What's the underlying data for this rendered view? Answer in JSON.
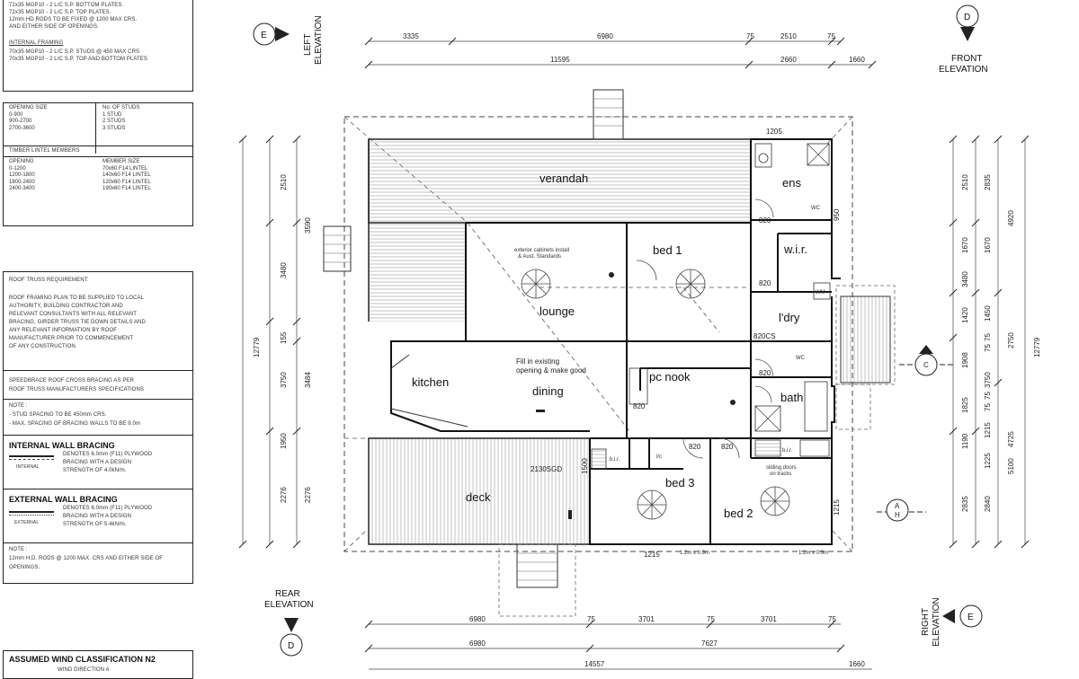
{
  "notes": {
    "top_lines": [
      "72x35 MGP10 - 2 L/C S.P. BOTTOM PLATES.",
      "72x35 MGP10 - 2 L/C S.P. TOP PLATES.",
      "12mm HD RODS TO BE FIXED @ 1200 MAX CRS.",
      "AND EITHER SIDE OF OPENINGS."
    ],
    "internal_framing_title": "INTERNAL FRAMING",
    "internal_framing_lines": [
      "70x35 MGP10 - 2 L/C S.P. STUDS @ 450 MAX CRS",
      "70x35 MGP10 - 2 L/C S.P. TOP AND BOTTOM PLATES"
    ],
    "opening_table": {
      "headers": [
        "OPENING SIZE",
        "No. OF STUDS"
      ],
      "rows": [
        [
          "0-900",
          "1 STUD"
        ],
        [
          "900-2700",
          "2 STUDS"
        ],
        [
          "2700-3600",
          "3 STUDS"
        ]
      ]
    },
    "lintel_title": "TIMBER LINTEL MEMBERS",
    "lintel_table": {
      "headers": [
        "OPENING",
        "MEMBER SIZE"
      ],
      "rows": [
        [
          "0-1200",
          "70x60 F14 LINTEL"
        ],
        [
          "1200-1800",
          "140x60 F14 LINTEL"
        ],
        [
          "1800-2400",
          "120x60 F14 LINTEL"
        ],
        [
          "2400-3400",
          "190x60 F14 LINTEL"
        ]
      ]
    },
    "roof_truss_title": "ROOF TRUSS REQUIREMENT:",
    "roof_truss_lines": [
      "ROOF FRAMING PLAN TO BE SUPPLIED TO LOCAL",
      "AUTHORITY, BUILDING CONTRACTOR AND",
      "RELEVANT CONSULTANTS WITH ALL RELEVANT",
      "BRACING, GIRDER TRUSS TIE DOWN DETAILS AND",
      "ANY RELEVANT INFORMATION BY ROOF",
      "MANUFACTURER PRIOR TO COMMENCEMENT",
      "OF ANY CONSTRUCTION."
    ],
    "speedbrace_lines": [
      "SPEEDBRACE ROOF CROSS BRACING AS PER",
      "ROOF TRUSS MANUFACTURERS SPECIFICATIONS"
    ],
    "stud_note_lines": [
      "NOTE :",
      "- STUD SPACING TO BE 450mm CRS.",
      "- MAX. SPACING OF BRACING WALLS TO BE 9.0m"
    ],
    "internal_bracing_title": "INTERNAL WALL BRACING",
    "internal_bracing_legend": "INTERNAL",
    "internal_bracing_lines": [
      "DENOTES 6.0mm (F11) PLYWOOD",
      "BRACING WITH A DESIGN",
      "STRENGTH OF 4.0kN/m."
    ],
    "external_bracing_title": "EXTERNAL WALL BRACING",
    "external_bracing_legend": "EXTERNAL",
    "external_bracing_lines": [
      "DENOTES 6.0mm (F11) PLYWOOD",
      "BRACING WITH A DESIGN",
      "STRENGTH OF 5.4kN/m."
    ],
    "rods_note_lines": [
      "NOTE :",
      "12mm H.D. RODS @ 1200 MAX. CRS AND EITHER SIDE OF",
      "OPENINGS."
    ],
    "wind_title": "ASSUMED WIND CLASSIFICATION N2",
    "wind_sub": "WIND DIRECTION A"
  },
  "elevations": {
    "left": {
      "letter": "E",
      "label1": "LEFT",
      "label2": "ELEVATION"
    },
    "front": {
      "letter": "D",
      "label1": "FRONT",
      "label2": "ELEVATION"
    },
    "rear": {
      "letter": "D",
      "label1": "REAR",
      "label2": "ELEVATION"
    },
    "right": {
      "letter": "E",
      "label1": "RIGHT",
      "label2": "ELEVATION"
    },
    "section_c": "C",
    "section_a": "A",
    "section_h": "H"
  },
  "rooms": {
    "verandah": "verandah",
    "ens": "ens",
    "wir": "w.i.r.",
    "bed1": "bed 1",
    "lounge": "lounge",
    "ldry": "l'dry",
    "kitchen": "kitchen",
    "dining": "dining",
    "pc_nook": "pc nook",
    "bath": "bath",
    "deck": "deck",
    "bed3": "bed 3",
    "bed2": "bed 2"
  },
  "annotations": {
    "lounge_note1": "exterior cabinets install",
    "lounge_note2": "& Aust. Standards",
    "fill_note1": "Fill in existing",
    "fill_note2": "opening & make good",
    "sliding_door": "2130SGD",
    "ldry_door": "820CS",
    "bir1": "b.i.r.",
    "bir2": "b.i.r.",
    "lc": "l/c",
    "wm": "WM",
    "wc": "WC",
    "wc2": "WC",
    "sliding_doors": "sliding doors",
    "sliding_doors2": "on tracks",
    "window1": "1215",
    "window2": "1215",
    "bot_w1": "1.2m x 0.9m",
    "bot_w2": "1.2m x 0.9m",
    "door_820": [
      "820",
      "820",
      "820",
      "820",
      "820",
      "820"
    ],
    "dim_1205": "1205",
    "dim_1500": "1500",
    "dim_1215": "1215",
    "dim_950": "950"
  },
  "dimensions": {
    "top_row1": [
      "3335",
      "6980",
      "75",
      "2510",
      "75"
    ],
    "top_row2": [
      "11595",
      "2660",
      "1660"
    ],
    "bottom_row1": [
      "6980",
      "75",
      "3701",
      "75",
      "3701",
      "75"
    ],
    "bottom_row2": [
      "6980",
      "7627"
    ],
    "bottom_row3": [
      "14557",
      "1660"
    ],
    "left_col1": [
      "2510",
      "3480",
      "155",
      "3750",
      "1950",
      "2276"
    ],
    "left_col2": [
      "3590",
      "3484",
      "2276"
    ],
    "left_col3": [
      "12779"
    ],
    "right_col1": [
      "2510",
      "1670",
      "3480",
      "1420",
      "1908",
      "1825",
      "1190",
      "2835"
    ],
    "right_col2": [
      "2835",
      "1670",
      "1450",
      "75",
      "75",
      "3750",
      "75",
      "75",
      "1215",
      "1225",
      "2840"
    ],
    "right_col3": [
      "4920",
      "2750",
      "4725",
      "5100"
    ],
    "right_col4": [
      "12779"
    ]
  }
}
